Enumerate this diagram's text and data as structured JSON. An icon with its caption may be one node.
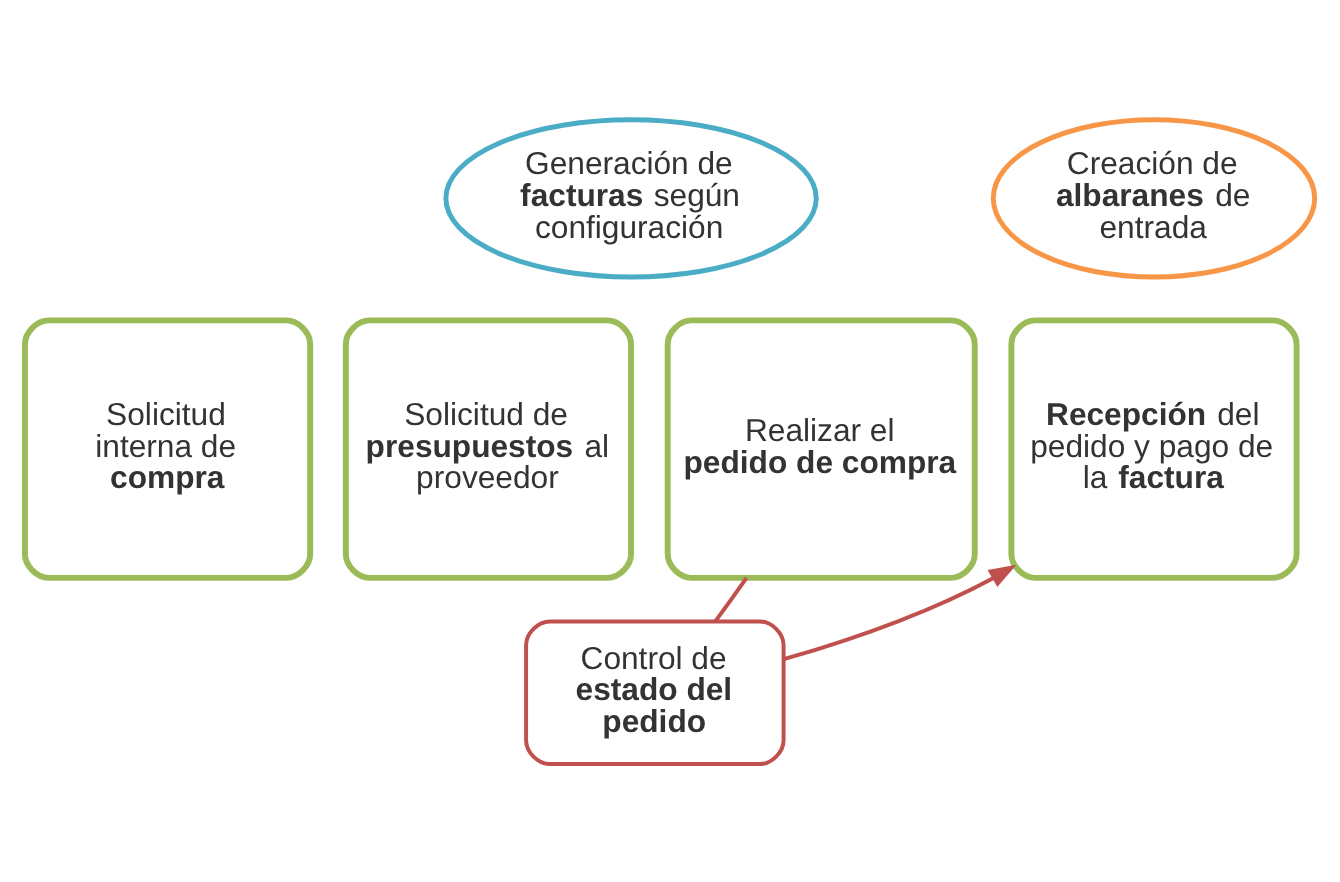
{
  "diagram": {
    "nodes": [
      {
        "text": [
          "Generación de **facturas** según configuración"
        ]
      },
      {
        "text": [
          "Creación de **albaranes** de entrada"
        ]
      },
      {
        "text": [
          "Solicitud interna de **compra**"
        ]
      },
      {
        "text": [
          "Solicitud de **presupuestos** al proveedor"
        ]
      },
      {
        "text": [
          "Realizar el **pedido de compra**"
        ]
      },
      {
        "text": [
          "**Recepción** del pedido y pago de la **factura**"
        ]
      },
      {
        "text": [
          "Control de **estado del pedido**"
        ]
      }
    ],
    "edges": [
      {
        "from": 4,
        "to": 6,
        "arrow": "none",
        "color": "#c0504d"
      },
      {
        "from": 6,
        "to": 5,
        "arrow": "to",
        "color": "#c0504d"
      }
    ]
  }
}
